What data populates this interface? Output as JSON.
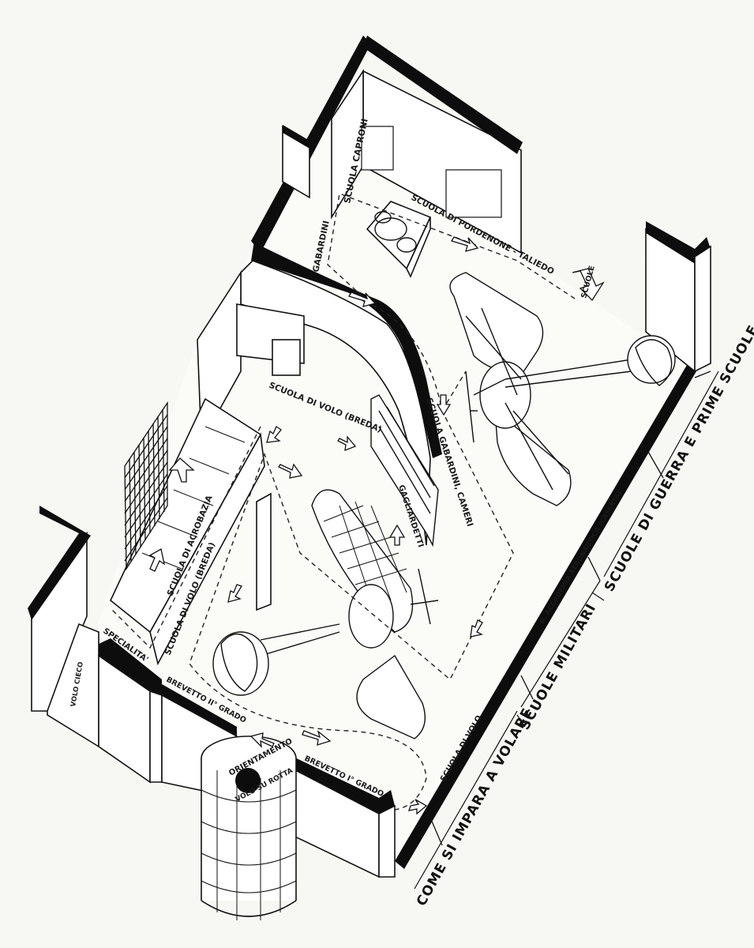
{
  "sections": {
    "come_si_impara": "COME SI IMPARA A VOLARE",
    "scuole_militari": "SCUOLE MILITARI",
    "scuole_guerra": "SCUOLE DI GUERRA E PRIME SCUOLE"
  },
  "labels": {
    "scuola_caproni": "SCUOLA CAPRONI",
    "scuola_pordenone": "SCUOLA DI PORDENONE - TALIEDO",
    "gabardini": "GABARDINI",
    "scuole_sign": "SCUOLE",
    "scuola_gabardini_cameri": "SCUOLA GABARDINI, CAMERI",
    "scuola_volo_breda_top": "SCUOLA DI VOLO (BREDA)",
    "gagliardetti": "GAGLIARDETTI",
    "scuola_acrobazia": "SCUOLA DI ACROBAZIA",
    "scuola_volo_breda_side": "SCUOLA DI VOLO (BREDA)",
    "accademia": "R. ACCADEMIA AERONAUTICA (CASERTA)",
    "specialita": "SPECIALITA'",
    "volo_cieco": "VOLO CIECO",
    "brevetto_2": "BREVETTO II° GRADO",
    "brevetto_1": "BREVETTO I° GRADO",
    "orientamento": "ORIENTAMENTO",
    "volo_su_rotta": "VOLO SU ROTTA",
    "scuola_di_volo": "SCUOLA DI VOLO"
  }
}
